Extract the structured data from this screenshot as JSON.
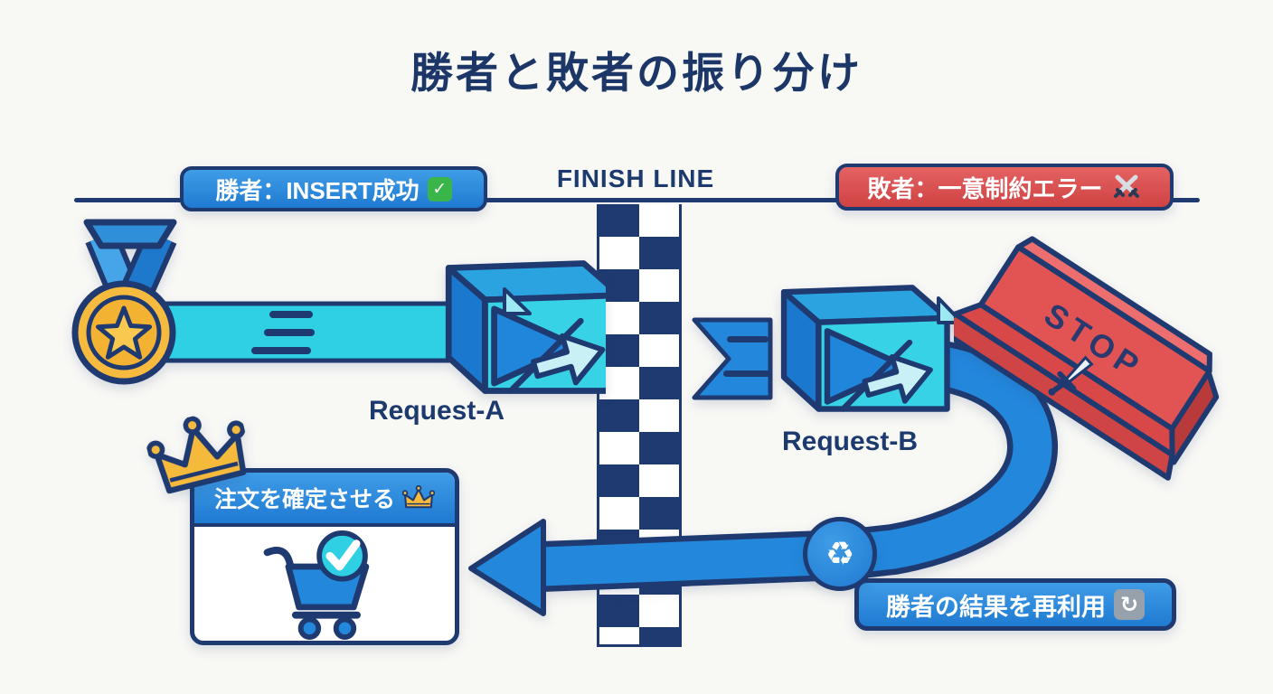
{
  "title": "勝者と敗者の振り分け",
  "finish_line": "FINISH LINE",
  "winner_banner": {
    "text": "勝者：INSERT成功",
    "check_glyph": "✓"
  },
  "loser_banner": {
    "text": "敗者：一意制約エラー"
  },
  "lane_a": {
    "label": "Request-A"
  },
  "lane_b": {
    "label": "Request-B"
  },
  "barrier": {
    "stop_text": "STOP"
  },
  "order_card": {
    "header": "注文を確定させる"
  },
  "reuse_banner": {
    "text": "勝者の結果を再利用",
    "cycle_glyph": "↻"
  },
  "recycle_badge": {
    "glyph": "♻"
  },
  "colors": {
    "background": "#f8f8f5",
    "navy": "#1e3a70",
    "blue": "#2387dc",
    "blue_light": "#43a0e8",
    "cyan": "#2fd0e4",
    "cyan_pale": "#c9f0f7",
    "red": "#db5151",
    "gold": "#f5b93c",
    "green": "#3ab54a",
    "gray_chip": "#96a1ab",
    "white": "#ffffff"
  }
}
